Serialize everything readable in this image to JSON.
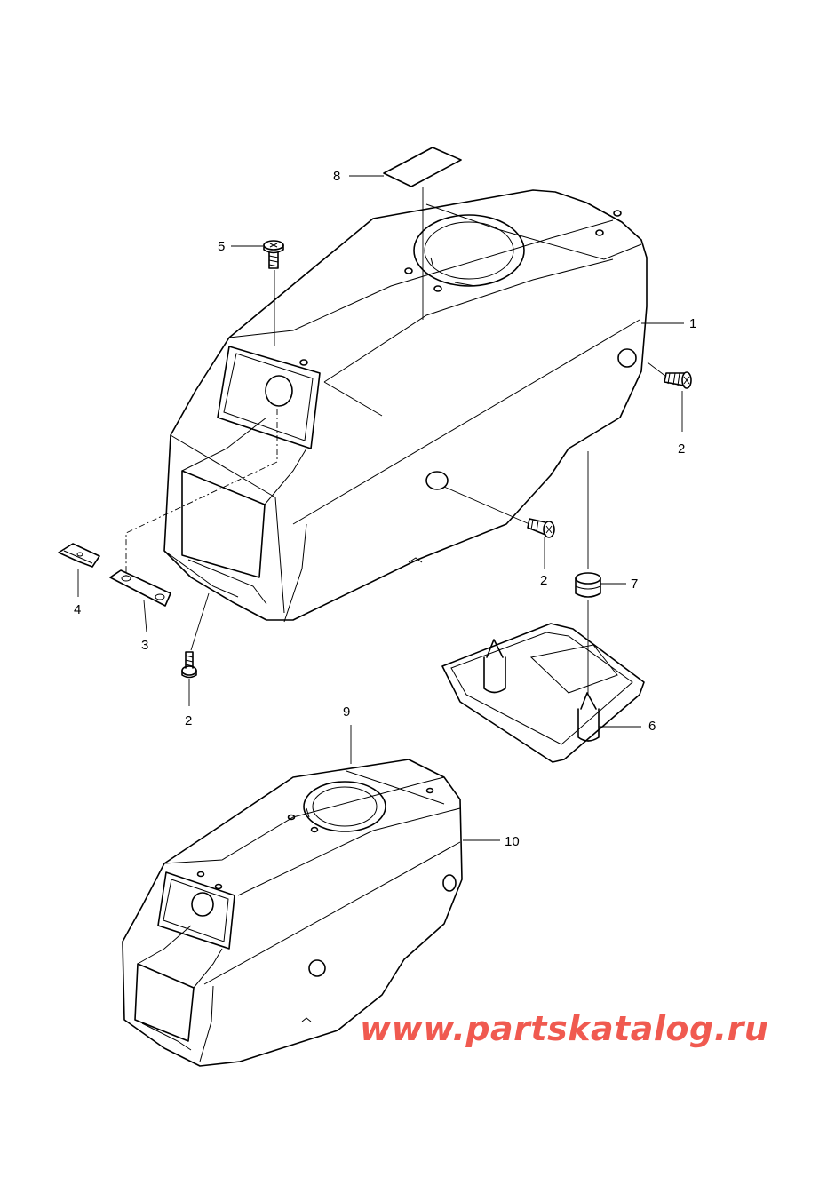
{
  "callouts": {
    "c1": "1",
    "c2a": "2",
    "c2b": "2",
    "c2c": "2",
    "c3": "3",
    "c4": "4",
    "c5": "5",
    "c6": "6",
    "c7": "7",
    "c8": "8",
    "c9": "9",
    "c10": "10"
  },
  "watermark": "www.partskatalog.ru",
  "colors": {
    "line": "#000000",
    "watermark": "#f05a50",
    "background": "#ffffff"
  }
}
